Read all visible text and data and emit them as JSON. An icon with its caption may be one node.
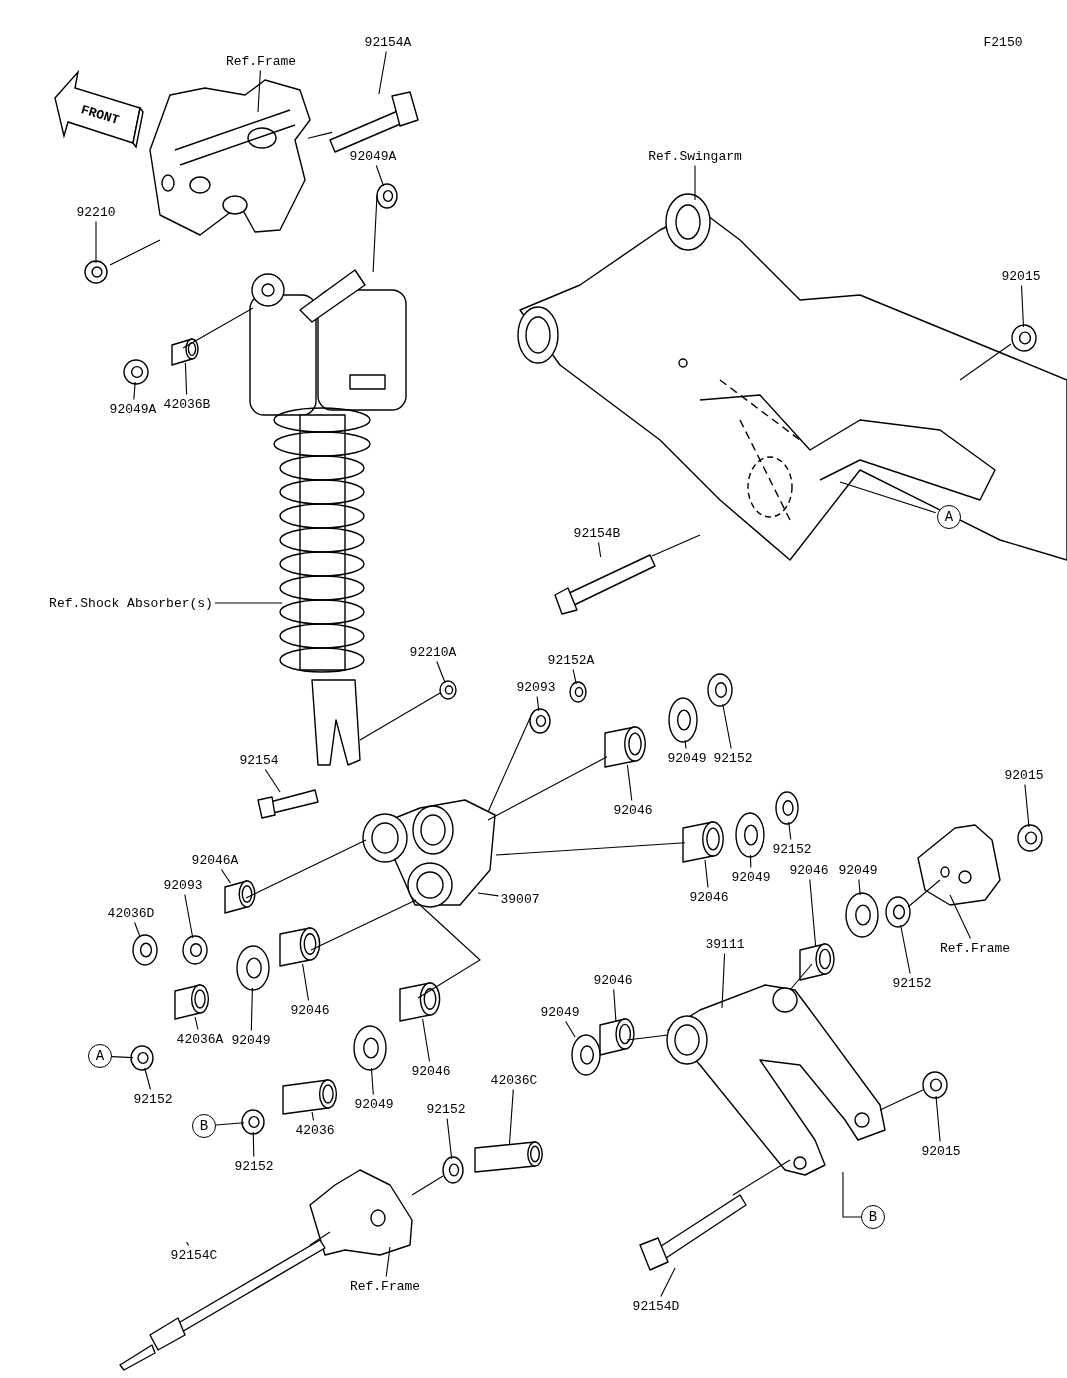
{
  "diagram": {
    "nodes": [
      {
        "text": [
          "Ref.Frame"
        ]
      },
      {
        "text": [
          "92154A"
        ]
      },
      {
        "text": [
          "92049A"
        ]
      },
      {
        "text": [
          "92210"
        ]
      },
      {
        "text": [
          "42036B"
        ]
      },
      {
        "text": [
          "92049A"
        ]
      },
      {
        "text": [
          "Ref.Swingarm"
        ]
      },
      {
        "text": [
          "92015"
        ]
      },
      {
        "text": [
          "92154B"
        ]
      },
      {
        "text": [
          "A"
        ]
      },
      {
        "text": [
          "Ref.Shock Absorber(s)"
        ]
      },
      {
        "text": [
          "92210A"
        ]
      },
      {
        "text": [
          "92152A"
        ]
      },
      {
        "text": [
          "92093"
        ]
      },
      {
        "text": [
          "92152"
        ]
      },
      {
        "text": [
          "92049"
        ]
      },
      {
        "text": [
          "92154"
        ]
      },
      {
        "text": [
          "92046"
        ]
      },
      {
        "text": [
          "92015"
        ]
      },
      {
        "text": [
          "92152"
        ]
      },
      {
        "text": [
          "92049"
        ]
      },
      {
        "text": [
          "92046"
        ]
      },
      {
        "text": [
          "92046A"
        ]
      },
      {
        "text": [
          "92093"
        ]
      },
      {
        "text": [
          "39007"
        ]
      },
      {
        "text": [
          "92049"
        ]
      },
      {
        "text": [
          "92046"
        ]
      },
      {
        "text": [
          "Ref.Frame"
        ]
      },
      {
        "text": [
          "42036D"
        ]
      },
      {
        "text": [
          "92152"
        ]
      },
      {
        "text": [
          "39111"
        ]
      },
      {
        "text": [
          "92046"
        ]
      },
      {
        "text": [
          "A"
        ]
      },
      {
        "text": [
          "92152"
        ]
      },
      {
        "text": [
          "42036A"
        ]
      },
      {
        "text": [
          "92049"
        ]
      },
      {
        "text": [
          "92046"
        ]
      },
      {
        "text": [
          "92049"
        ]
      },
      {
        "text": [
          "92046"
        ]
      },
      {
        "text": [
          "42036C"
        ]
      },
      {
        "text": [
          "92049"
        ]
      },
      {
        "text": [
          "92152"
        ]
      },
      {
        "text": [
          "B"
        ]
      },
      {
        "text": [
          "42036"
        ]
      },
      {
        "text": [
          "92015"
        ]
      },
      {
        "text": [
          "92152"
        ]
      },
      {
        "text": [
          "B"
        ]
      },
      {
        "text": [
          "Ref.Frame"
        ]
      },
      {
        "text": [
          "92154C"
        ]
      },
      {
        "text": [
          "92154D"
        ]
      },
      {
        "text": [],
        "shape": "picture"
      },
      {
        "text": [],
        "shape": "picture"
      },
      {
        "text": [],
        "shape": "picture"
      },
      {
        "text": [],
        "shape": "picture"
      },
      {
        "text": [],
        "shape": "cylinder"
      },
      {
        "text": [],
        "shape": "picture"
      },
      {
        "text": [],
        "shape": "picture"
      },
      {
        "text": [],
        "shape": "picture"
      },
      {
        "text": [],
        "shape": "bar"
      },
      {
        "text": [],
        "shape": "picture"
      },
      {
        "text": [],
        "shape": "picture"
      },
      {
        "text": [],
        "shape": "picture"
      },
      {
        "text": [],
        "shape": "picture"
      },
      {
        "text": [],
        "shape": "picture"
      },
      {
        "text": [],
        "shape": "picture"
      },
      {
        "text": [],
        "shape": "bar"
      },
      {
        "text": [],
        "shape": "cylinder"
      },
      {
        "text": [],
        "shape": "picture"
      },
      {
        "text": [],
        "shape": "picture"
      },
      {
        "text": [],
        "shape": "picture"
      },
      {
        "text": [],
        "shape": "cylinder"
      },
      {
        "text": [],
        "shape": "cylinder"
      },
      {
        "text": [],
        "shape": "picture"
      },
      {
        "text": [],
        "shape": "picture"
      },
      {
        "text": [],
        "shape": "picture"
      },
      {
        "text": [],
        "shape": "cylinder"
      },
      {
        "text": [],
        "shape": "picture"
      },
      {
        "text": [],
        "shape": "picture"
      },
      {
        "text": [],
        "shape": "picture"
      },
      {
        "text": [],
        "shape": "picture"
      },
      {
        "text": [],
        "shape": "cylinder"
      },
      {
        "text": [],
        "shape": "picture"
      },
      {
        "text": [],
        "shape": "cylinder"
      },
      {
        "text": [],
        "shape": "picture"
      },
      {
        "text": [],
        "shape": "cylinder"
      },
      {
        "text": [],
        "shape": "picture"
      },
      {
        "text": [],
        "shape": "cylinder"
      },
      {
        "text": [],
        "shape": "cylinder"
      },
      {
        "text": [],
        "shape": "picture"
      },
      {
        "text": [],
        "shape": "picture"
      },
      {
        "text": [],
        "shape": "picture"
      },
      {
        "text": [],
        "shape": "cylinder"
      },
      {
        "text": [],
        "shape": "picture"
      },
      {
        "text": [],
        "shape": "picture"
      },
      {
        "text": [],
        "shape": "picture"
      },
      {
        "text": [],
        "shape": "picture"
      }
    ],
    "edges": [
      {
        "from": 0,
        "to": 50,
        "arrow": "none"
      },
      {
        "from": 1,
        "to": 51,
        "arrow": "none"
      },
      {
        "from": 2,
        "to": 52,
        "arrow": "none"
      },
      {
        "from": 3,
        "to": 53,
        "arrow": "none"
      },
      {
        "from": 4,
        "to": 54,
        "arrow": "none"
      },
      {
        "from": 5,
        "to": 55,
        "arrow": "none"
      },
      {
        "from": 6,
        "to": 56,
        "arrow": "none"
      },
      {
        "from": 7,
        "to": 57,
        "arrow": "none"
      },
      {
        "from": 8,
        "to": 58,
        "arrow": "none"
      },
      {
        "from": 9,
        "to": 56,
        "arrow": "none"
      },
      {
        "from": 10,
        "to": 59,
        "arrow": "none"
      },
      {
        "from": 11,
        "to": 60,
        "arrow": "none"
      },
      {
        "from": 12,
        "to": 61,
        "arrow": "none"
      },
      {
        "from": 13,
        "to": 62,
        "arrow": "none"
      },
      {
        "from": 14,
        "to": 63,
        "arrow": "none"
      },
      {
        "from": 15,
        "to": 64,
        "arrow": "none"
      },
      {
        "from": 16,
        "to": 65,
        "arrow": "none"
      },
      {
        "from": 17,
        "to": 66,
        "arrow": "none"
      },
      {
        "from": 18,
        "to": 67,
        "arrow": "none"
      },
      {
        "from": 19,
        "to": 68,
        "arrow": "none"
      },
      {
        "from": 20,
        "to": 69,
        "arrow": "none"
      },
      {
        "from": 21,
        "to": 70,
        "arrow": "none"
      },
      {
        "from": 22,
        "to": 71,
        "arrow": "none"
      },
      {
        "from": 23,
        "to": 72,
        "arrow": "none"
      },
      {
        "from": 24,
        "to": 73,
        "arrow": "none"
      },
      {
        "from": 25,
        "to": 74,
        "arrow": "none"
      },
      {
        "from": 26,
        "to": 75,
        "arrow": "none"
      },
      {
        "from": 27,
        "to": 76,
        "arrow": "none"
      },
      {
        "from": 28,
        "to": 77,
        "arrow": "none"
      },
      {
        "from": 29,
        "to": 78,
        "arrow": "none"
      },
      {
        "from": 30,
        "to": 79,
        "arrow": "none"
      },
      {
        "from": 31,
        "to": 80,
        "arrow": "none"
      },
      {
        "from": 32,
        "to": 81,
        "arrow": "none"
      },
      {
        "from": 33,
        "to": 81,
        "arrow": "none"
      },
      {
        "from": 34,
        "to": 82,
        "arrow": "none"
      },
      {
        "from": 35,
        "to": 83,
        "arrow": "none"
      },
      {
        "from": 36,
        "to": 84,
        "arrow": "none"
      },
      {
        "from": 37,
        "to": 85,
        "arrow": "none"
      },
      {
        "from": 38,
        "to": 86,
        "arrow": "none"
      },
      {
        "from": 39,
        "to": 87,
        "arrow": "none"
      },
      {
        "from": 40,
        "to": 88,
        "arrow": "none"
      },
      {
        "from": 41,
        "to": 89,
        "arrow": "none"
      },
      {
        "from": 42,
        "to": 90,
        "arrow": "none"
      },
      {
        "from": 43,
        "to": 91,
        "arrow": "none"
      },
      {
        "from": 44,
        "to": 92,
        "arrow": "none"
      },
      {
        "from": 45,
        "to": 90,
        "arrow": "none"
      },
      {
        "from": 46,
        "to": 79,
        "arrow": "none"
      },
      {
        "from": 47,
        "to": 93,
        "arrow": "none"
      },
      {
        "from": 48,
        "to": 94,
        "arrow": "none"
      },
      {
        "from": 49,
        "to": 95,
        "arrow": "none"
      },
      {
        "from": 53,
        "to": 50,
        "arrow": "none"
      },
      {
        "from": 51,
        "to": 50,
        "arrow": "none"
      },
      {
        "from": 54,
        "to": 59,
        "arrow": "none"
      },
      {
        "from": 52,
        "to": 59,
        "arrow": "none"
      },
      {
        "from": 58,
        "to": 56,
        "arrow": "none"
      },
      {
        "from": 57,
        "to": 56,
        "arrow": "none"
      },
      {
        "from": 60,
        "to": 59,
        "arrow": "none"
      },
      {
        "from": 73,
        "to": 62,
        "arrow": "none"
      },
      {
        "from": 73,
        "to": 66,
        "arrow": "none"
      },
      {
        "from": 73,
        "to": 70,
        "arrow": "none"
      },
      {
        "from": 73,
        "to": 71,
        "arrow": "none"
      },
      {
        "from": 73,
        "to": 84,
        "arrow": "none"
      },
      {
        "from": 73,
        "to": 86,
        "arrow": "none"
      },
      {
        "from": 79,
        "to": 75,
        "arrow": "none"
      },
      {
        "from": 79,
        "to": 92,
        "arrow": "none"
      },
      {
        "from": 79,
        "to": 95,
        "arrow": "none"
      },
      {
        "from": 79,
        "to": 80,
        "arrow": "none"
      },
      {
        "from": 76,
        "to": 78,
        "arrow": "none"
      },
      {
        "from": 93,
        "to": 89,
        "arrow": "none"
      },
      {
        "from": 94,
        "to": 93,
        "arrow": "none"
      }
    ],
    "labels": [
      "F2150",
      "FRONT"
    ]
  }
}
